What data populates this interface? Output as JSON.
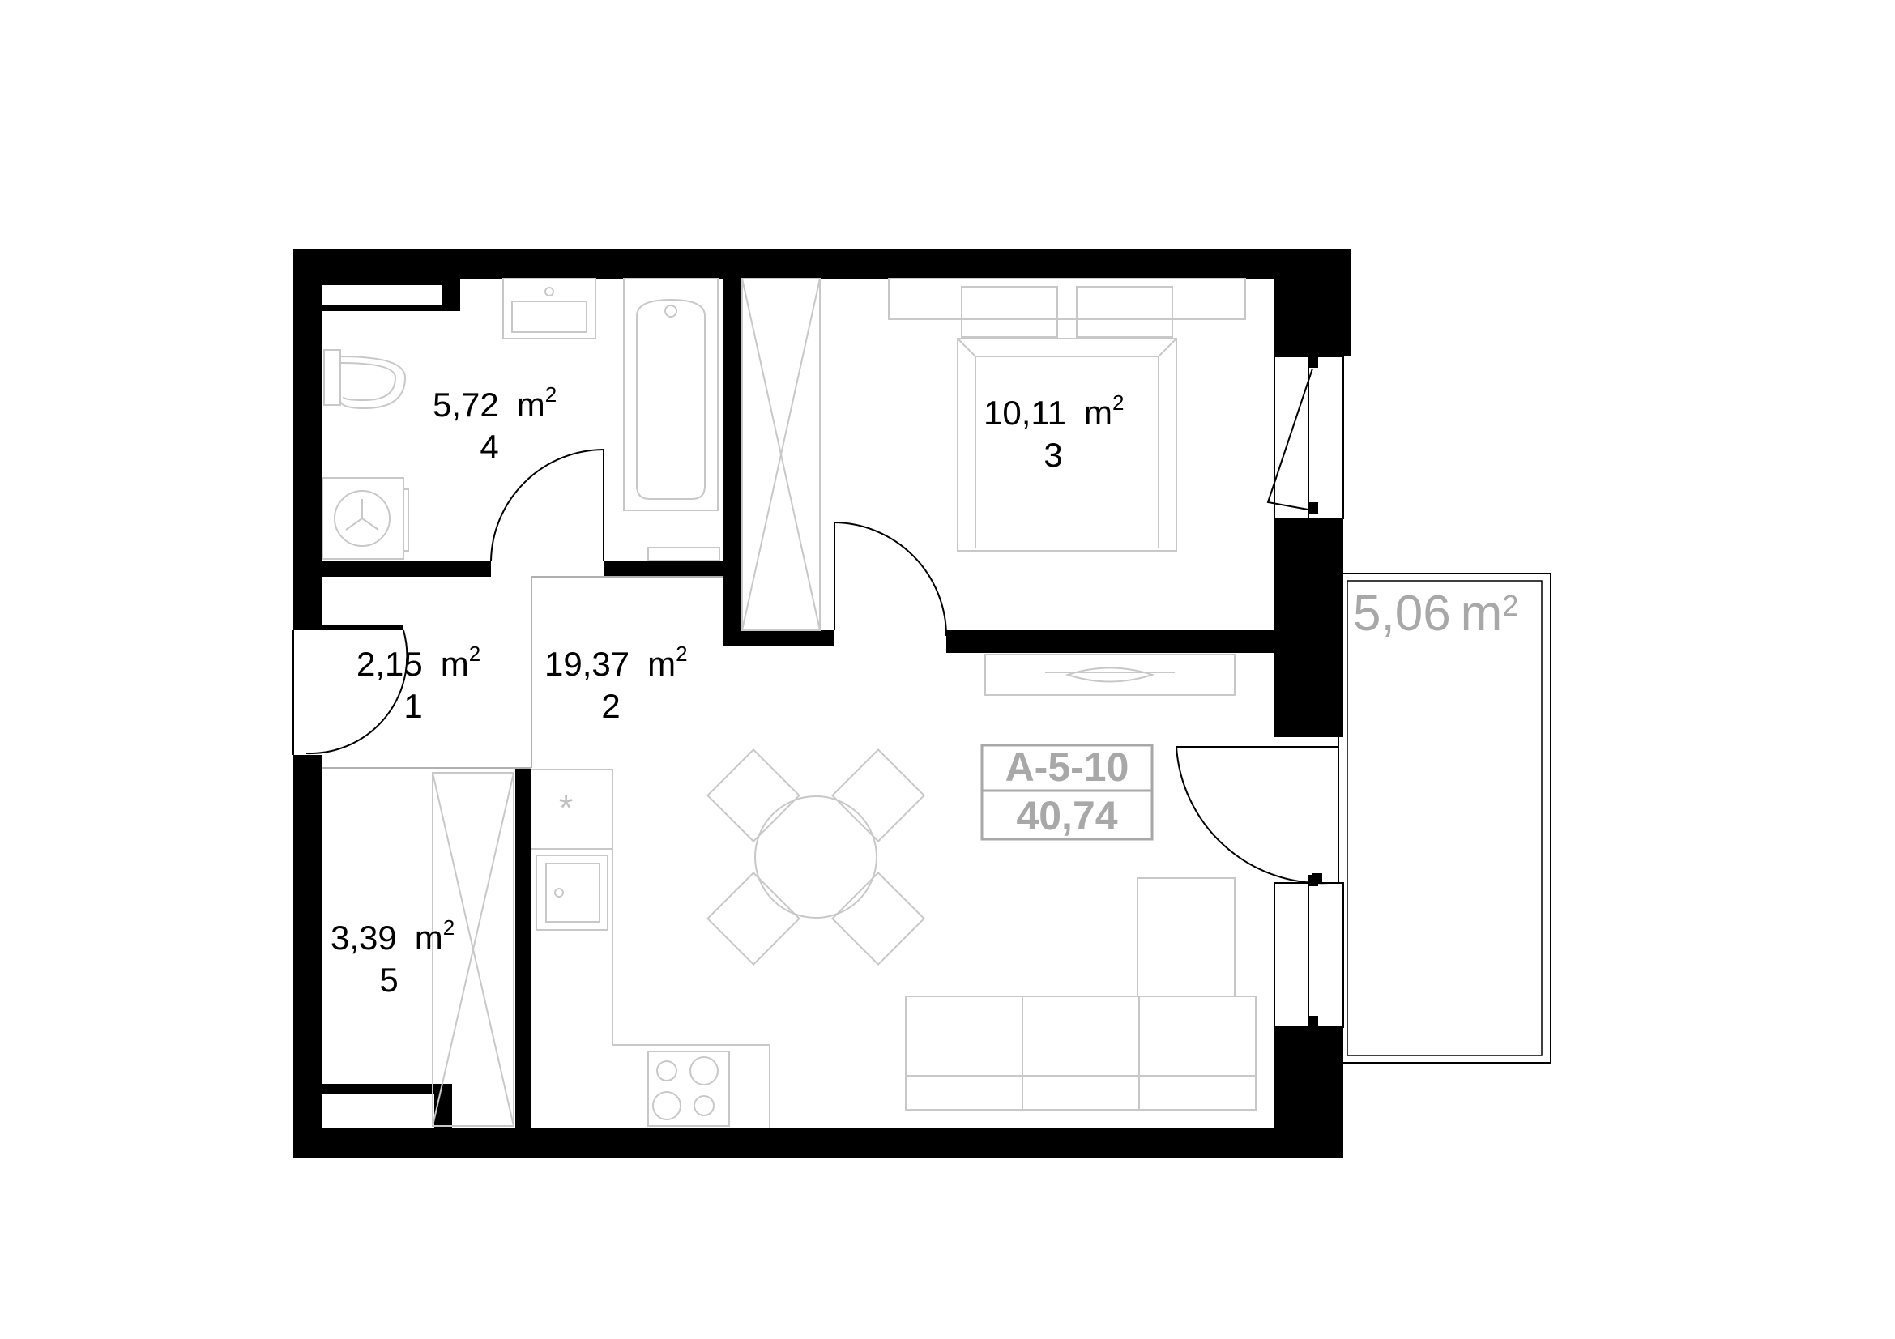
{
  "rooms": [
    {
      "id": "room-1",
      "area": "2,15",
      "unit": "m",
      "sup": "2",
      "number": "1"
    },
    {
      "id": "room-2",
      "area": "19,37",
      "unit": "m",
      "sup": "2",
      "number": "2"
    },
    {
      "id": "room-3",
      "area": "10,11",
      "unit": "m",
      "sup": "2",
      "number": "3"
    },
    {
      "id": "room-4",
      "area": "5,72",
      "unit": "m",
      "sup": "2",
      "number": "4"
    },
    {
      "id": "room-5",
      "area": "3,39",
      "unit": "m",
      "sup": "2",
      "number": "5"
    }
  ],
  "balcony": {
    "area": "5,06",
    "unit": "m",
    "sup": "2"
  },
  "apartment": {
    "code": "A-5-10",
    "total_area": "40,74"
  },
  "colors": {
    "wall": "#000000",
    "furniture": "#c8c8c8",
    "label_gray": "#a8a8a8"
  }
}
